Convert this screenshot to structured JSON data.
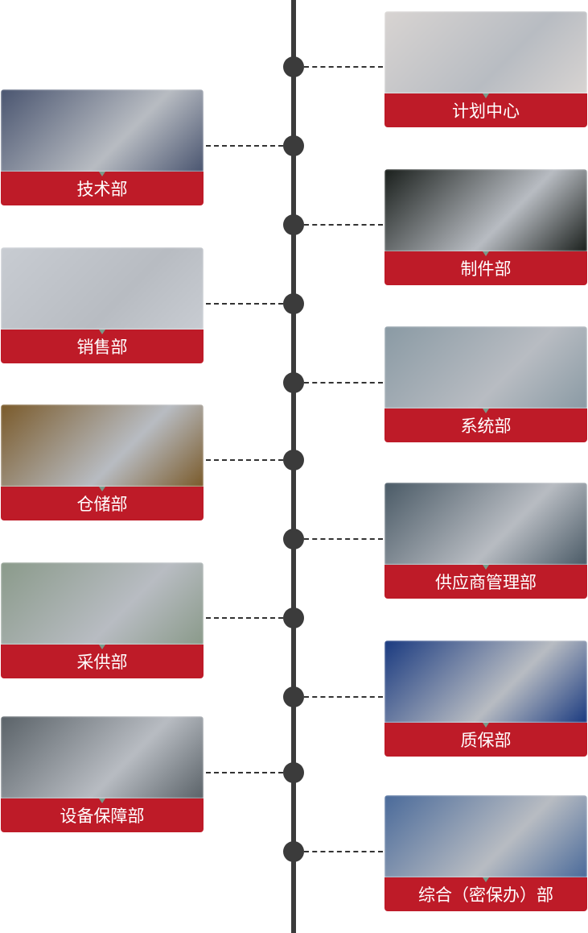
{
  "departments": [
    {
      "name": "计划中心",
      "side": "right",
      "image_color": "#d8d4d2"
    },
    {
      "name": "技术部",
      "side": "left",
      "image_color": "#4a5570"
    },
    {
      "name": "制件部",
      "side": "right",
      "image_color": "#1a1f1c"
    },
    {
      "name": "销售部",
      "side": "left",
      "image_color": "#c8ccd2"
    },
    {
      "name": "系统部",
      "side": "right",
      "image_color": "#8a9aa4"
    },
    {
      "name": "仓储部",
      "side": "left",
      "image_color": "#7a5a2a"
    },
    {
      "name": "供应商管理部",
      "side": "right",
      "image_color": "#4a5a66"
    },
    {
      "name": "采供部",
      "side": "left",
      "image_color": "#8a9a8a"
    },
    {
      "name": "质保部",
      "side": "right",
      "image_color": "#1a3a80"
    },
    {
      "name": "设备保障部",
      "side": "left",
      "image_color": "#5a6268"
    },
    {
      "name": "综合（密保办）部",
      "side": "right",
      "image_color": "#4a6a9a"
    }
  ]
}
